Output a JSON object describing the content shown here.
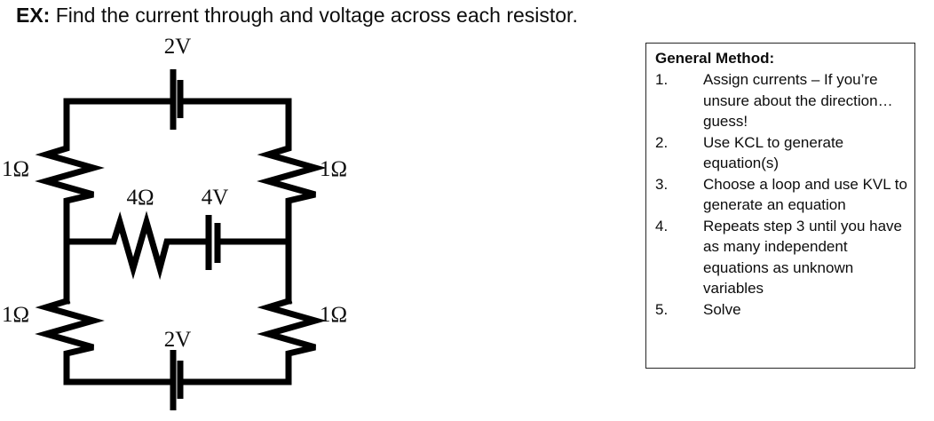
{
  "title": {
    "prefix": "EX:",
    "text": "Find the current through and voltage across each resistor."
  },
  "circuit": {
    "type": "two-loop-dc-circuit",
    "labels": {
      "top_source": "2V",
      "bottom_source": "2V",
      "middle_source": "4V",
      "middle_resistor": "4Ω",
      "top_left_resistor": "1Ω",
      "top_right_resistor": "1Ω",
      "bottom_left_resistor": "1Ω",
      "bottom_right_resistor": "1Ω"
    },
    "components": [
      {
        "name": "top-left-resistor",
        "value": "1Ω",
        "orientation": "vertical"
      },
      {
        "name": "top-right-resistor",
        "value": "1Ω",
        "orientation": "vertical"
      },
      {
        "name": "bottom-left-resistor",
        "value": "1Ω",
        "orientation": "vertical"
      },
      {
        "name": "bottom-right-resistor",
        "value": "1Ω",
        "orientation": "vertical"
      },
      {
        "name": "middle-resistor",
        "value": "4Ω",
        "orientation": "horizontal"
      },
      {
        "name": "top-battery",
        "value": "2V",
        "orientation": "horizontal"
      },
      {
        "name": "bottom-battery",
        "value": "2V",
        "orientation": "horizontal"
      },
      {
        "name": "middle-battery",
        "value": "4V",
        "orientation": "horizontal"
      }
    ],
    "stroke_color": "#000000"
  },
  "general_method": {
    "heading": "General Method:",
    "border_color": "#262626",
    "steps": [
      {
        "num": "1.",
        "text": "Assign currents – If you’re unsure about the direction… guess!"
      },
      {
        "num": "2.",
        "text": "Use KCL to generate equation(s)"
      },
      {
        "num": "3.",
        "text": "Choose a loop and use KVL to generate an equation"
      },
      {
        "num": "4.",
        "text": "Repeats step 3 until you have as many independent equations as unknown variables"
      },
      {
        "num": "5.",
        "text": "Solve"
      }
    ]
  }
}
